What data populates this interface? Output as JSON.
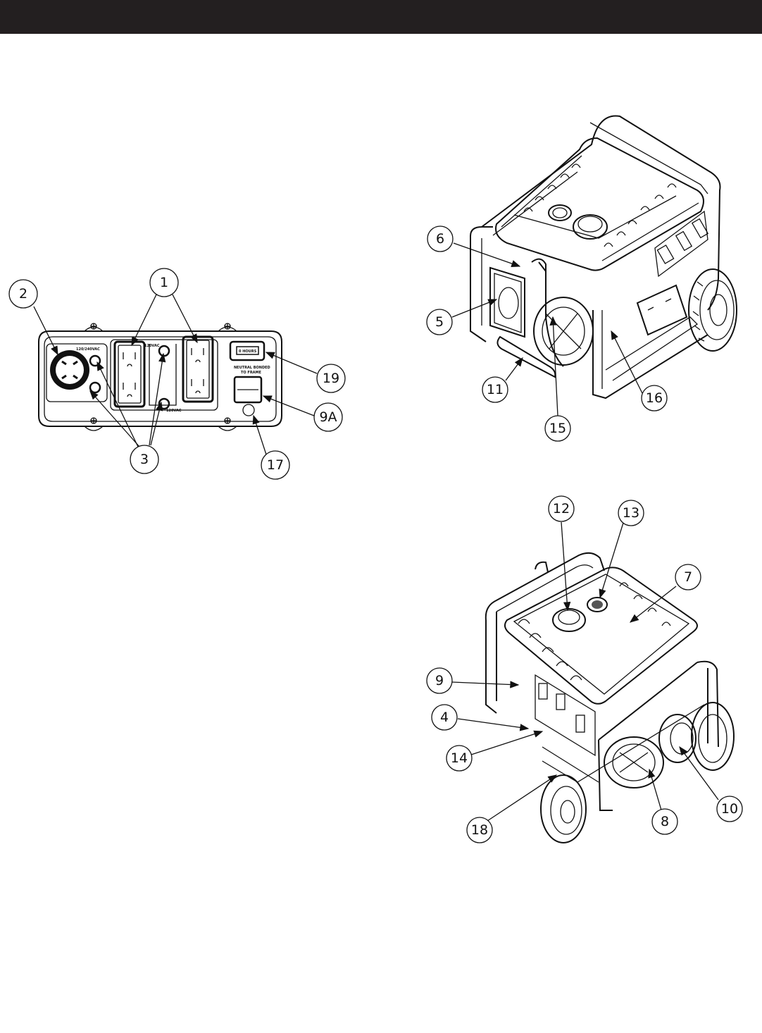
{
  "header": {
    "bar_color": "#231f20"
  },
  "panel_diagram": {
    "labels": {
      "voltage_twist": "120/240VAC",
      "voltage_top": "120VAC",
      "voltage_bottom": "120VAC",
      "meter": "0 HOURS",
      "neutral_note_1": "NEUTRAL BONDED",
      "neutral_note_2": "TO FRAME"
    },
    "callouts": [
      "1",
      "2",
      "3",
      "9A",
      "17",
      "19"
    ]
  },
  "generator_front_callouts": [
    "5",
    "6",
    "11",
    "15",
    "16"
  ],
  "generator_rear_callouts": [
    "4",
    "7",
    "8",
    "9",
    "10",
    "12",
    "13",
    "14",
    "18"
  ]
}
